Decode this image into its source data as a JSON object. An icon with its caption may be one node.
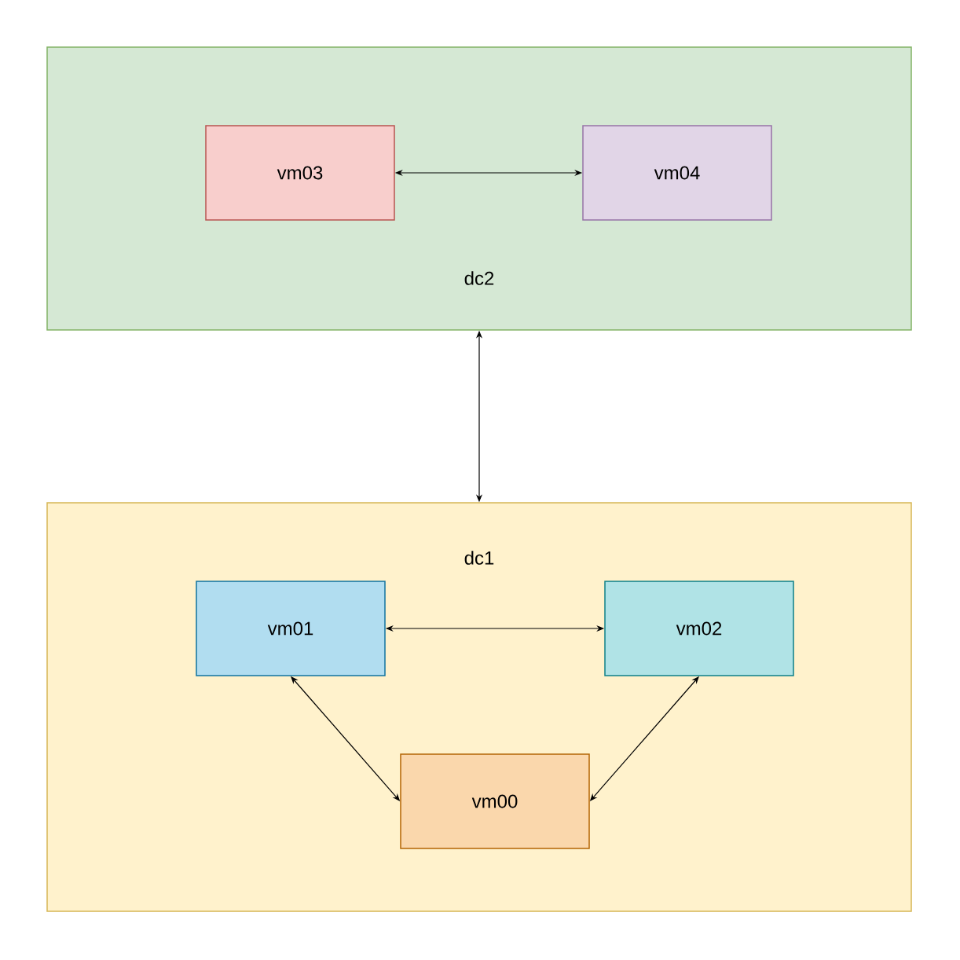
{
  "diagram": {
    "nodes": [
      {
        "text": [
          "dc2"
        ]
      },
      {
        "text": [
          "vm03"
        ],
        "in": 0
      },
      {
        "text": [
          "vm04"
        ],
        "in": 0
      },
      {
        "text": [
          "dc1"
        ]
      },
      {
        "text": [
          "vm01"
        ],
        "in": 3
      },
      {
        "text": [
          "vm02"
        ],
        "in": 3
      },
      {
        "text": [
          "vm00"
        ],
        "in": 3
      }
    ],
    "edges": [
      {
        "from": 1,
        "to": 2,
        "arrow": "both"
      },
      {
        "from": 0,
        "to": 3,
        "arrow": "both"
      },
      {
        "from": 4,
        "to": 5,
        "arrow": "both"
      },
      {
        "from": 4,
        "to": 6,
        "arrow": "both"
      },
      {
        "from": 5,
        "to": 6,
        "arrow": "both"
      }
    ]
  }
}
